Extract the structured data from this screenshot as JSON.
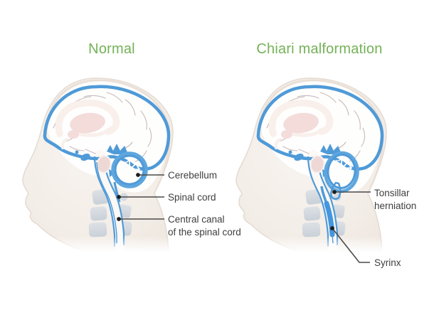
{
  "panels": [
    {
      "title": "Normal",
      "annotations": [
        {
          "lines": [
            "Cerebellum"
          ]
        },
        {
          "lines": [
            "Spinal cord"
          ]
        },
        {
          "lines": [
            "Central canal",
            "of the spinal cord"
          ]
        }
      ]
    },
    {
      "title": "Chiari malformation",
      "annotations": [
        {
          "lines": [
            "Tonsillar",
            "herniation"
          ]
        },
        {
          "lines": [
            "Syrinx"
          ]
        }
      ]
    }
  ],
  "colors": {
    "title-green": "#74b257",
    "label-ink": "#3e3e3e",
    "leader-line": "#4a4a4a",
    "csf-blue": "#4f9ad8",
    "syrinx-blue": "#4496df"
  }
}
